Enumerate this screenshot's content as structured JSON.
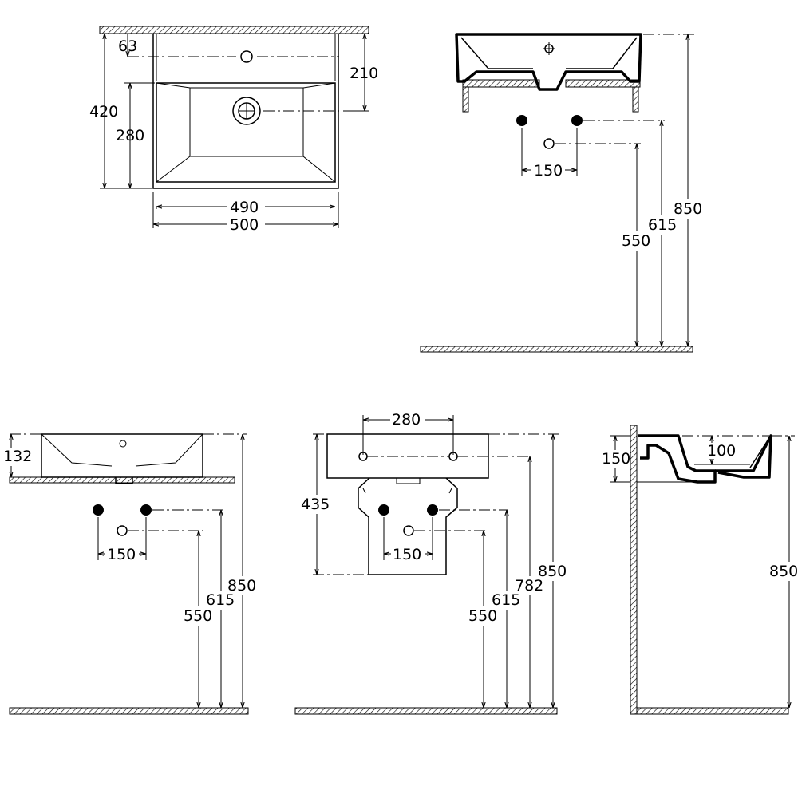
{
  "top_view": {
    "dim_63": "63",
    "dim_210": "210",
    "dim_420": "420",
    "dim_280": "280",
    "dim_490": "490",
    "dim_500": "500"
  },
  "side_view_top": {
    "dim_150": "150",
    "dim_550": "550",
    "dim_615": "615",
    "dim_850": "850"
  },
  "front_view_left": {
    "dim_132": "132",
    "dim_150": "150",
    "dim_550": "550",
    "dim_615": "615",
    "dim_850": "850"
  },
  "front_view_pedestal": {
    "dim_280": "280",
    "dim_435": "435",
    "dim_150": "150",
    "dim_550": "550",
    "dim_615": "615",
    "dim_782": "782",
    "dim_850": "850"
  },
  "section_view": {
    "dim_150": "150",
    "dim_100": "100",
    "dim_850": "850"
  }
}
